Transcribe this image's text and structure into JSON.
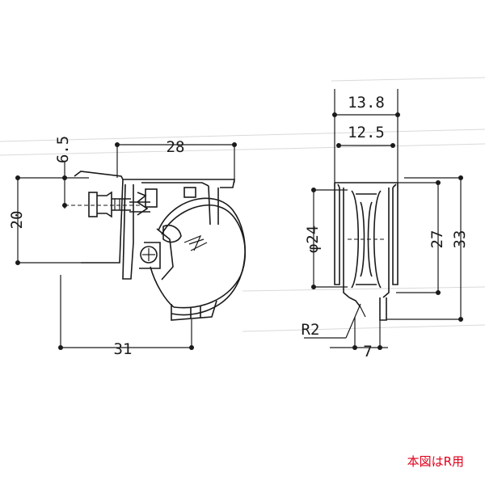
{
  "dimensions": {
    "side_top_width": "28",
    "side_bottom_width": "31",
    "side_offset": "6.5",
    "side_height": "20",
    "front_outer_width": "13.8",
    "front_inner_width": "12.5",
    "wheel_diameter": "φ24",
    "front_inner_height": "27",
    "front_total_height": "33",
    "radius": "R2",
    "bottom_width": "7"
  },
  "note": "本図はR用"
}
